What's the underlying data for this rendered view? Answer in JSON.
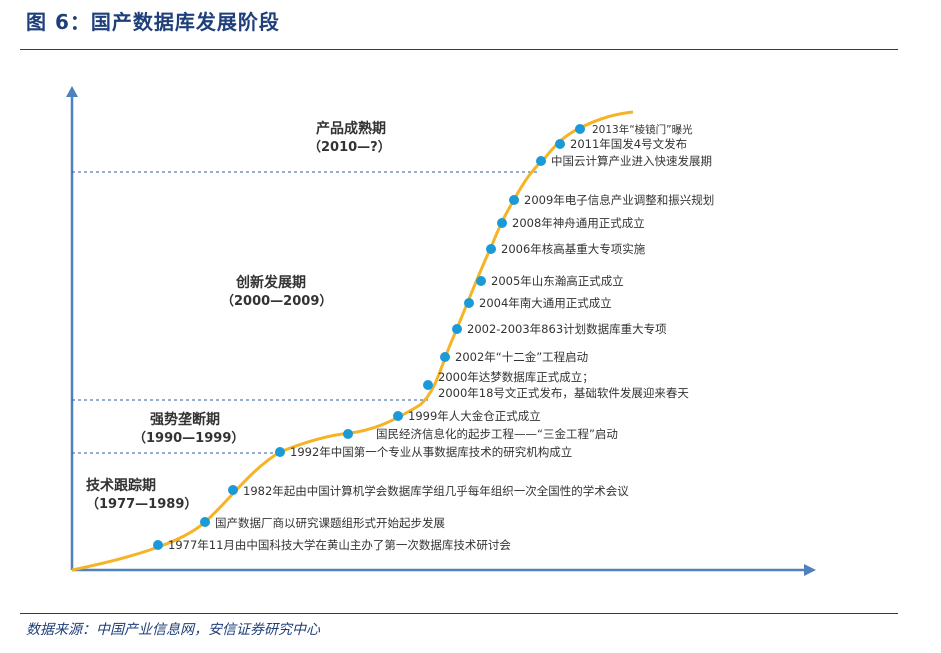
{
  "header": {
    "title": "图 6：国产数据库发展阶段"
  },
  "footer": {
    "source": "数据来源：中国产业信息网，安信证券研究中心"
  },
  "stages": [
    {
      "name": "技术跟踪期",
      "range": "（1977—1989）"
    },
    {
      "name": "强势垄断期",
      "range": "（1990—1999）"
    },
    {
      "name": "创新发展期",
      "range": "（2000—2009）"
    },
    {
      "name": "产品成熟期",
      "range": "（2010—?）"
    }
  ],
  "events": [
    {
      "text": "1977年11月由中国科技大学在黄山主办了第一次数据库技术研讨会"
    },
    {
      "text": "国产数据厂商以研究课题组形式开始起步发展"
    },
    {
      "text": "1982年起由中国计算机学会数据库学组几乎每年组织一次全国性的学术会议"
    },
    {
      "text": "1992年中国第一个专业从事数据库技术的研究机构成立"
    },
    {
      "text": "国民经济信息化的起步工程——“三金工程”启动"
    },
    {
      "text": "1999年人大金仓正式成立"
    },
    {
      "text": "2000年达梦数据库正式成立；",
      "text2": "2000年18号文正式发布，基础软件发展迎来春天"
    },
    {
      "text": "2002年“十二金”工程启动"
    },
    {
      "text": "2002-2003年863计划数据库重大专项"
    },
    {
      "text": "2004年南大通用正式成立"
    },
    {
      "text": "2005年山东瀚高正式成立"
    },
    {
      "text": "2006年核高基重大专项实施"
    },
    {
      "text": "2008年神舟通用正式成立"
    },
    {
      "text": "2009年电子信息产业调整和振兴规划"
    },
    {
      "text": "中国云计算产业进入快速发展期"
    },
    {
      "text": "2011年国发4号文发布"
    },
    {
      "text": "2013年“棱镜门”曝光"
    }
  ],
  "colors": {
    "title": "#1f3f7a",
    "axis": "#4f81bd",
    "curve": "#f5b325",
    "dot": "#1a9ad6",
    "divider": "#2f5f9e"
  }
}
